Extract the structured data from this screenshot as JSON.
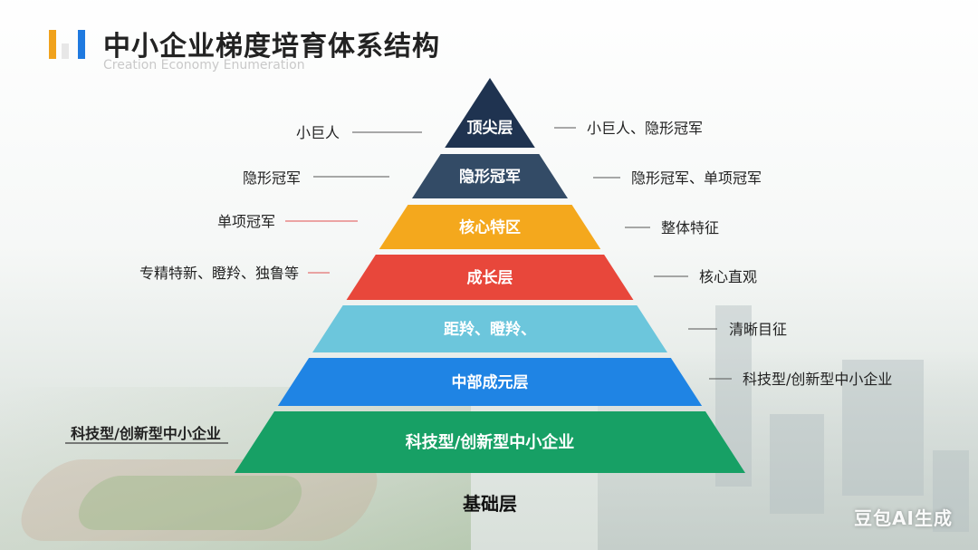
{
  "header": {
    "title": "中小企业梯度培育体系结构",
    "subtitle": "Creation Economy Enumeration",
    "logo_colors": [
      "#f0a21c",
      "#e7e7e7",
      "#1f7ae0"
    ]
  },
  "pyramid": {
    "tiers": [
      {
        "label": "顶尖层",
        "color": "#1f3350",
        "left_note": "小巨人",
        "right_note": "小巨人、隐形冠军"
      },
      {
        "label": "隐形冠军",
        "color": "#334b66",
        "left_note": "隐形冠军",
        "right_note": "隐形冠军、单项冠军"
      },
      {
        "label": "核心特区",
        "color": "#f4a81d",
        "left_note": "单项冠军",
        "right_note": "整体特征"
      },
      {
        "label": "成长层",
        "color": "#e8473b",
        "left_note": "专精特新、瞪羚、独鲁等",
        "right_note": "核心直观"
      },
      {
        "label": "距羚、瞪羚、",
        "color": "#6cc6dc",
        "left_note": "",
        "right_note": "清晰目征"
      },
      {
        "label": "中部成元层",
        "color": "#1f84e4",
        "left_note": "",
        "right_note": "科技型/创新型中小企业"
      },
      {
        "label": "科技型/创新型中小企业",
        "color": "#17a065",
        "left_note": "科技型/创新型中小企业",
        "right_note": ""
      }
    ],
    "base_label": "基础层",
    "connector_colors": {
      "dark": "#555555",
      "red": "#e05050"
    }
  },
  "watermark": "豆包AI生成"
}
